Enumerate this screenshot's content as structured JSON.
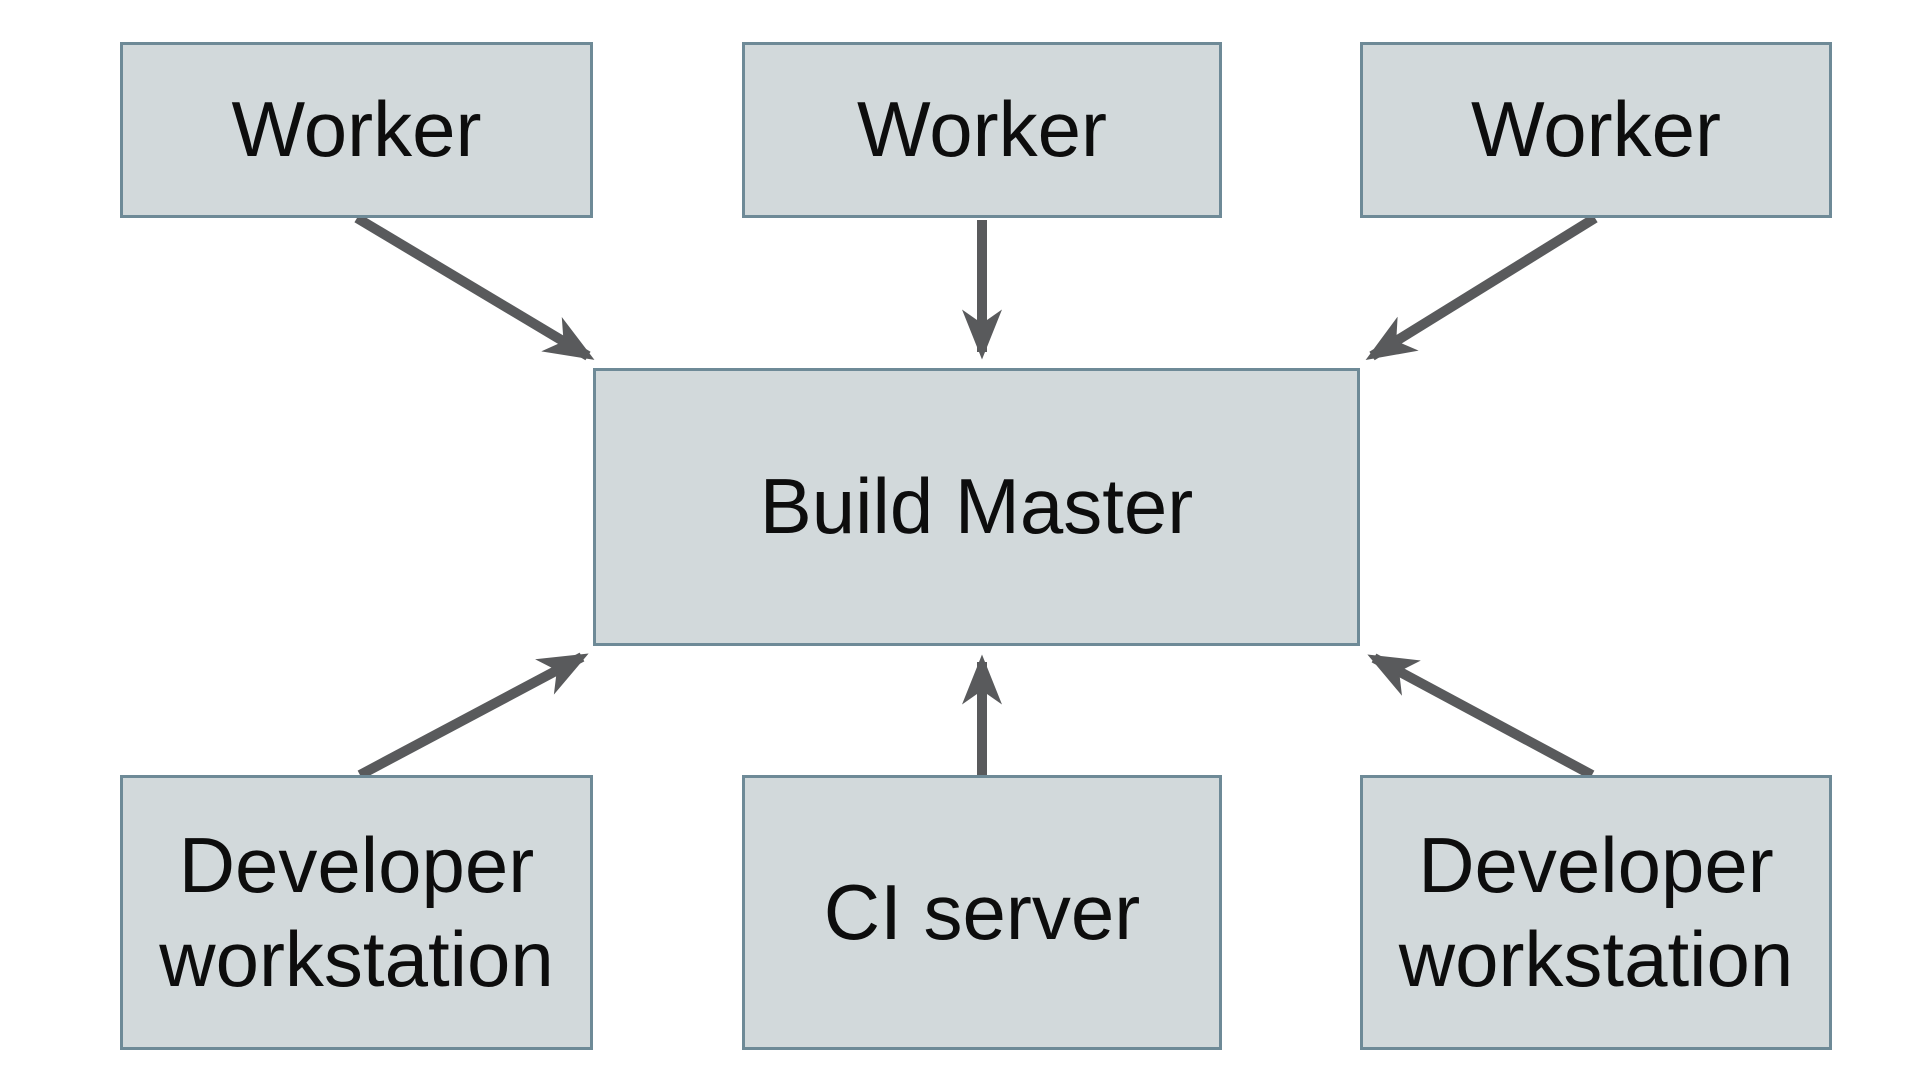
{
  "diagram": {
    "type": "node-edge-diagram",
    "colors": {
      "background": "#ffffff",
      "node_fill": "#d2d9db",
      "node_border": "#6e8a97",
      "arrow": "#595a5c",
      "text": "#0d0d0d"
    },
    "nodes": {
      "worker_left": {
        "label": "Worker"
      },
      "worker_center": {
        "label": "Worker"
      },
      "worker_right": {
        "label": "Worker"
      },
      "build_master": {
        "label": "Build Master"
      },
      "dev_workstation_left": {
        "label": "Developer workstation"
      },
      "ci_server": {
        "label": "CI server"
      },
      "dev_workstation_right": {
        "label": "Developer workstation"
      }
    },
    "edges": [
      {
        "from": "worker_left",
        "to": "build_master",
        "direction": "down-right"
      },
      {
        "from": "worker_center",
        "to": "build_master",
        "direction": "down"
      },
      {
        "from": "worker_right",
        "to": "build_master",
        "direction": "down-left"
      },
      {
        "from": "dev_workstation_left",
        "to": "build_master",
        "direction": "up-right"
      },
      {
        "from": "ci_server",
        "to": "build_master",
        "direction": "up"
      },
      {
        "from": "dev_workstation_right",
        "to": "build_master",
        "direction": "up-left"
      }
    ]
  }
}
